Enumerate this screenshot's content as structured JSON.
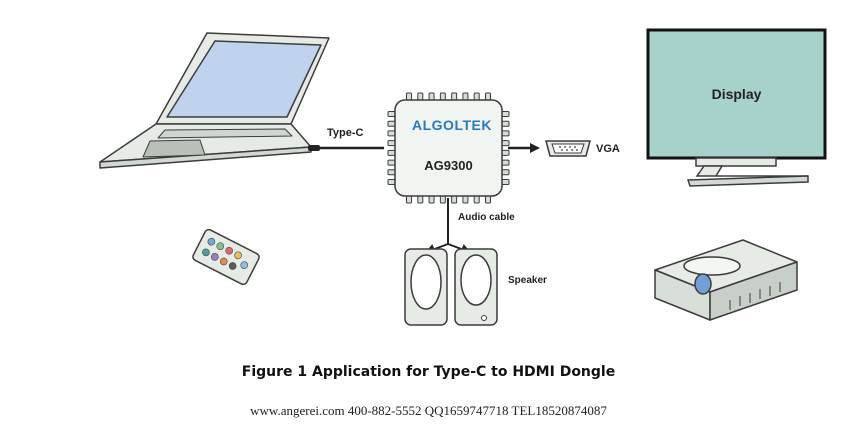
{
  "diagram": {
    "chip_brand": "ALGOLTEK",
    "chip_model": "AG9300",
    "display_label": "Display",
    "labels": {
      "type_c": "Type-C",
      "vga": "VGA",
      "audio_cable": "Audio cable",
      "speaker": "Speaker"
    }
  },
  "caption": "Figure 1 Application for Type-C to HDMI Dongle",
  "contact": "www.angerei.com 400-882-5552 QQ1659747718 TEL18520874087",
  "colors": {
    "outline": "#3c3c3c",
    "device_fill": "#e6ebe6",
    "screen_blue": "#bfd3ee",
    "display_teal": "#a7d2cc",
    "chip_fill": "#f1f5f1",
    "brand_blue": "#2a78c2",
    "brand_red": "#d62b2b"
  }
}
